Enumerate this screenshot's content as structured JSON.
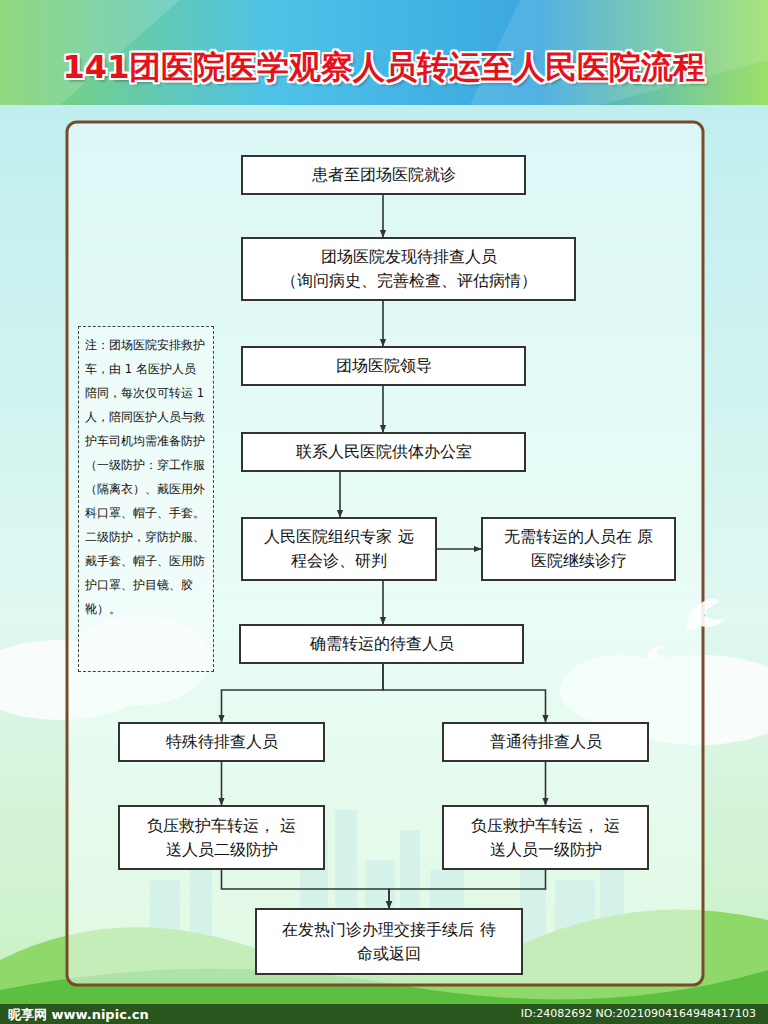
{
  "diagram": {
    "title": "141团医院医学观察人员转运至人民医院流程",
    "nodes": [
      {
        "text": [
          "患者至团场医院就诊"
        ]
      },
      {
        "text": [
          "团场医院发现待排查人员",
          "（询问病史、完善检查、评估病情）"
        ]
      },
      {
        "text": [
          "团场医院领导"
        ]
      },
      {
        "text": [
          "联系人民医院供体办公室"
        ]
      },
      {
        "text": [
          "人民医院组织专家 远程会诊、研判"
        ]
      },
      {
        "text": [
          "无需转运的人员在 原医院继续诊疗"
        ]
      },
      {
        "text": [
          "确需转运的待查人员"
        ]
      },
      {
        "text": [
          "特殊待排查人员"
        ]
      },
      {
        "text": [
          "普通待排查人员"
        ]
      },
      {
        "text": [
          "负压救护车转运， 运送人员二级防护"
        ]
      },
      {
        "text": [
          "负压救护车转运， 运送人员一级防护"
        ]
      },
      {
        "text": [
          "在发热门诊办理交接手续后 待命或返回"
        ]
      },
      {
        "text": [
          "注：团场医院安排救护车，由 1 名医护人员陪同，每次仅可转运 1 人，陪同医护人员与救护车司机均需准备防护（一级防护：穿工作服（隔离衣）、戴医用外科口罩、帽子、手套。二级防护，穿防护服、戴手套、帽子、医用防护口罩、护目镜、胶靴）。"
        ]
      }
    ],
    "edges": [
      {
        "from": 0,
        "to": 1,
        "arrow": "to"
      },
      {
        "from": 1,
        "to": 2,
        "arrow": "to"
      },
      {
        "from": 2,
        "to": 3,
        "arrow": "to"
      },
      {
        "from": 3,
        "to": 4,
        "arrow": "to"
      },
      {
        "from": 4,
        "to": 5,
        "arrow": "to"
      },
      {
        "from": 4,
        "to": 6,
        "arrow": "to"
      },
      {
        "from": 6,
        "to": 7,
        "arrow": "to"
      },
      {
        "from": 6,
        "to": 8,
        "arrow": "to"
      },
      {
        "from": 7,
        "to": 9,
        "arrow": "to"
      },
      {
        "from": 8,
        "to": 10,
        "arrow": "to"
      },
      {
        "from": 9,
        "to": 11,
        "arrow": "to"
      },
      {
        "from": 10,
        "to": 11,
        "arrow": "to"
      }
    ],
    "labels": [
      "昵享网 www.nipic.cn",
      "ID:24082692 NO:20210904164948417103"
    ]
  }
}
